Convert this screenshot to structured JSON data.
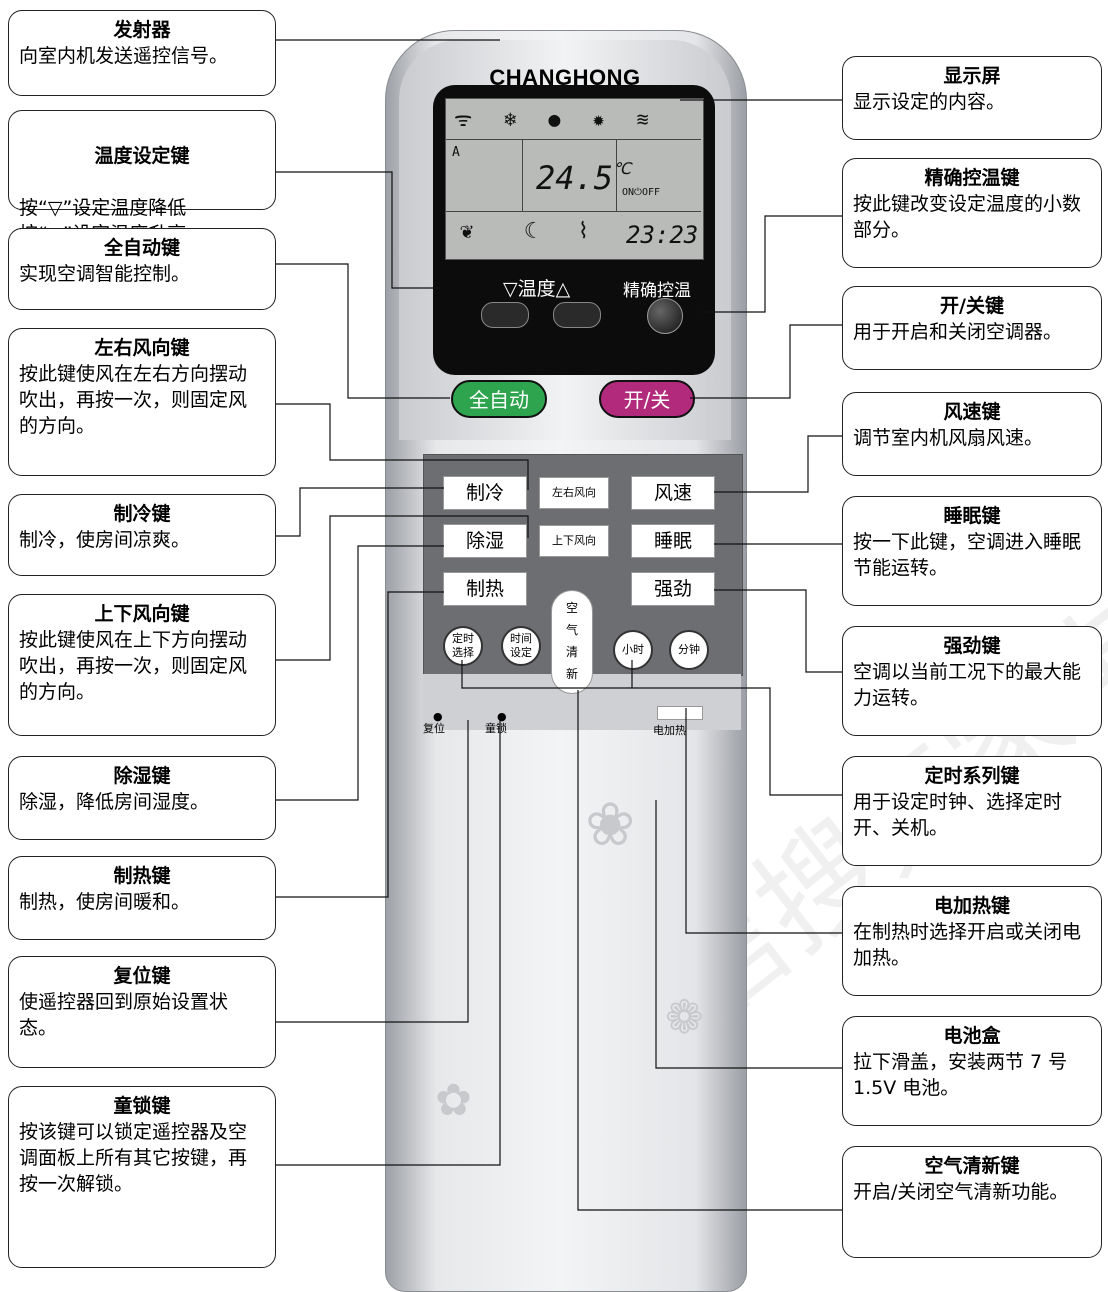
{
  "remote": {
    "brand": "CHANGHONG",
    "lcd": {
      "temperature": "24.5",
      "temp_unit": "℃",
      "timer_label": "ON⏻OFF",
      "clock": "23:23",
      "fan_label": "A"
    },
    "panel_labels": {
      "temp": "▽温度△",
      "precise": "精确控温"
    },
    "pill_auto": "全自动",
    "pill_power": "开/关",
    "keys": {
      "cool": "制冷",
      "lr_wind": "左右风向",
      "fan_speed": "风速",
      "dehumid": "除湿",
      "ud_wind": "上下风向",
      "sleep": "睡眠",
      "heat": "制热",
      "turbo": "强劲",
      "timer_select": "定时\n选择",
      "time_set": "时间\n设定",
      "air_clean": "空\n气\n清\n新",
      "hour": "小时",
      "minute": "分钟"
    },
    "bottom_labels": {
      "reset": "复位",
      "childlock": "童锁",
      "eheat": "电加热"
    }
  },
  "callouts": {
    "emitter": {
      "title": "发射器",
      "desc": "向室内机发送遥控信号。"
    },
    "temp": {
      "title": "温度设定键",
      "desc": "按“▽”设定温度降低\n按“△”设定温度升高"
    },
    "auto": {
      "title": "全自动键",
      "desc": "实现空调智能控制。"
    },
    "lr": {
      "title": "左右风向键",
      "desc": "按此键使风在左右方向摆动吹出，再按一次，则固定风的方向。"
    },
    "cool": {
      "title": "制冷键",
      "desc": "制冷，使房间凉爽。"
    },
    "ud": {
      "title": "上下风向键",
      "desc": "按此键使风在上下方向摆动吹出，再按一次，则固定风的方向。"
    },
    "dehumid": {
      "title": "除湿键",
      "desc": "除湿，降低房间湿度。"
    },
    "heat": {
      "title": "制热键",
      "desc": "制热，使房间暖和。"
    },
    "reset": {
      "title": "复位键",
      "desc": "使遥控器回到原始设置状态。"
    },
    "childlock": {
      "title": "童锁键",
      "desc": "按该键可以锁定遥控器及空调面板上所有其它按键，再按一次解锁。"
    },
    "display": {
      "title": "显示屏",
      "desc": "显示设定的内容。"
    },
    "precise": {
      "title": "精确控温键",
      "desc": "按此键改变设定温度的小数部分。"
    },
    "power": {
      "title": "开/关键",
      "desc": "用于开启和关闭空调器。"
    },
    "fan": {
      "title": "风速键",
      "desc": "调节室内机风扇风速。"
    },
    "sleep": {
      "title": "睡眠键",
      "desc": "按一下此键，空调进入睡眠节能运转。"
    },
    "turbo": {
      "title": "强劲键",
      "desc": "空调以当前工况下的最大能力运转。"
    },
    "timer": {
      "title": "定时系列键",
      "desc": "用于设定时钟、选择定时开、关机。"
    },
    "eheat": {
      "title": "电加热键",
      "desc": "在制热时选择开启或关闭电加热。"
    },
    "battery": {
      "title": "电池盒",
      "desc": "拉下滑盖，安装两节 7 号 1.5V 电池。"
    },
    "aircln": {
      "title": "空气清新键",
      "desc": "开启/关闭空气清新功能。"
    }
  },
  "watermark": "微信搜索家电星球 更多资料",
  "colors": {
    "auto_pill": "#2ea44f",
    "power_pill": "#b22a7c",
    "keypad": "#6d6e72"
  }
}
